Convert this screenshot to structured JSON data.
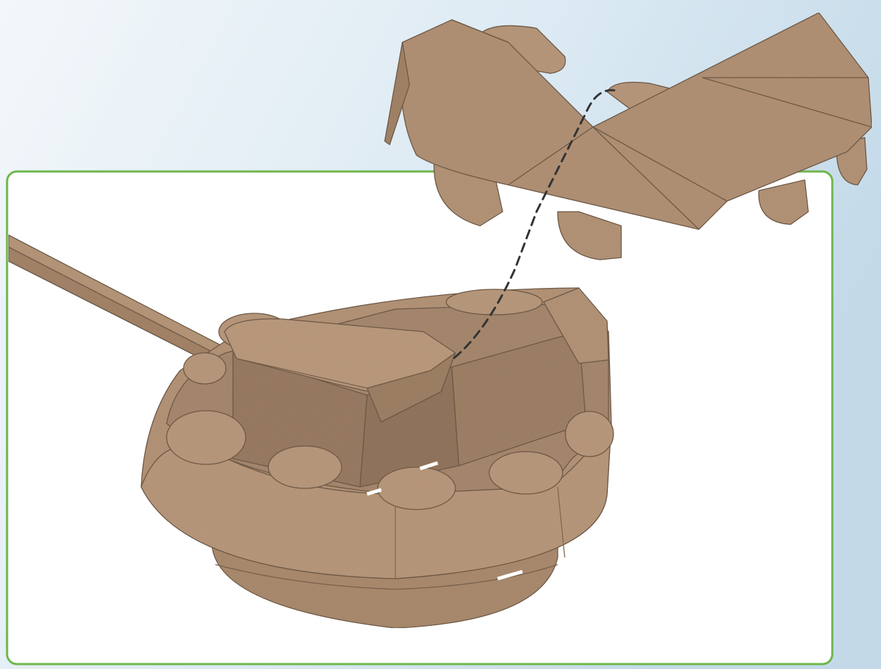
{
  "colors": {
    "background_light": "#eef4f9",
    "background_blue": "#c5dbea",
    "panel_border": "#6db64a",
    "panel_fill": "#ffffff",
    "cardboard": "#b08f72",
    "cardboard_shade": "#9e7e62",
    "cardboard_light": "#c09f82",
    "cardboard_dark": "#86684e",
    "edge": "#5f4a38",
    "guide_line": "#333333"
  },
  "illustration": {
    "parts": [
      "turret-base",
      "gun-barrel",
      "hatch-cover",
      "turret-top-piece"
    ],
    "guide": "dashed-assembly-line"
  }
}
